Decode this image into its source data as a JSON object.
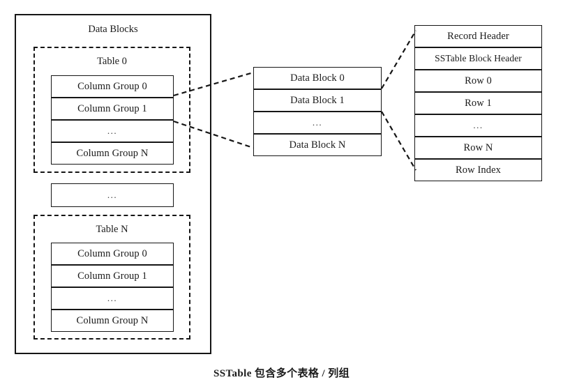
{
  "diagram": {
    "caption": "SSTable 包含多个表格 / 列组",
    "outer_panel": {
      "title": "Data Blocks",
      "groups": [
        {
          "title": "Table 0",
          "rows": [
            "Column Group 0",
            "Column Group 1",
            "...",
            "Column Group N"
          ]
        },
        {
          "title": "Table N",
          "rows": [
            "Column Group 0",
            "Column Group 1",
            "...",
            "Column Group N"
          ]
        }
      ],
      "separator_row": "..."
    },
    "middle_panel": {
      "rows": [
        "Data Block 0",
        "Data Block 1",
        "...",
        "Data Block  N"
      ]
    },
    "right_panel": {
      "rows": [
        "Record Header",
        "SSTable Block Header",
        "Row 0",
        "Row 1",
        "...",
        "Row N",
        "Row Index"
      ]
    },
    "colors": {
      "stroke": "#151515",
      "background": "#ffffff",
      "text": "#1a1a1a"
    }
  }
}
